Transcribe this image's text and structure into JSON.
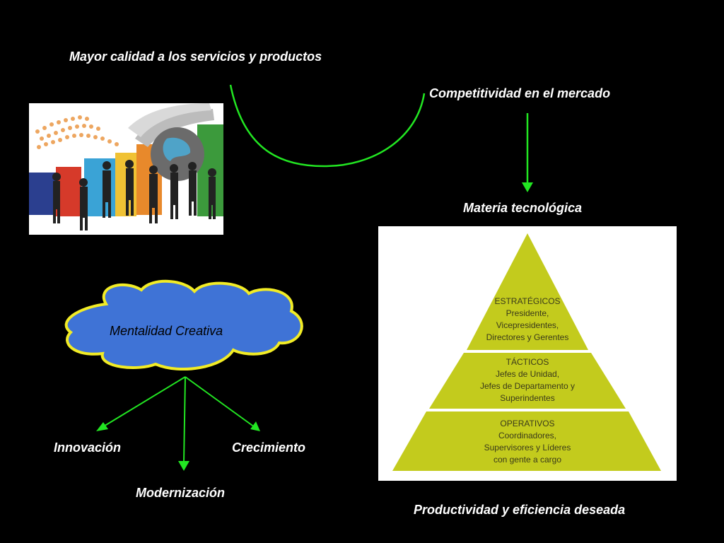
{
  "labels": {
    "top": "Mayor calidad a los servicios y productos",
    "competitividad": "Competitividad en el mercado",
    "materia": "Materia tecnológica",
    "productividad": "Productividad y eficiencia deseada",
    "cloud": "Mentalidad Creativa",
    "innovacion": "Innovación",
    "crecimiento": "Crecimiento",
    "modernizacion": "Modernización"
  },
  "pyramid": {
    "tiers": [
      {
        "lines": [
          "ESTRATÉGICOS",
          "Presidente,",
          "Vicepresidentes,",
          "Directores y Gerentes"
        ]
      },
      {
        "lines": [
          "TÁCTICOS",
          "Jefes de Unidad,",
          "Jefes de Departamento y",
          "Superindentes"
        ]
      },
      {
        "lines": [
          "OPERATIVOS",
          "Coordinadores,",
          "Supervisores y Líderes",
          "con gente a cargo"
        ]
      }
    ]
  },
  "colors": {
    "background": "#000000",
    "connector": "#22e622",
    "cloud_fill": "#3f73d6",
    "cloud_stroke": "#f2ec25",
    "pyramid_fill": "#c3cb1d"
  },
  "icons": [
    "business-people-globe-illustration"
  ]
}
